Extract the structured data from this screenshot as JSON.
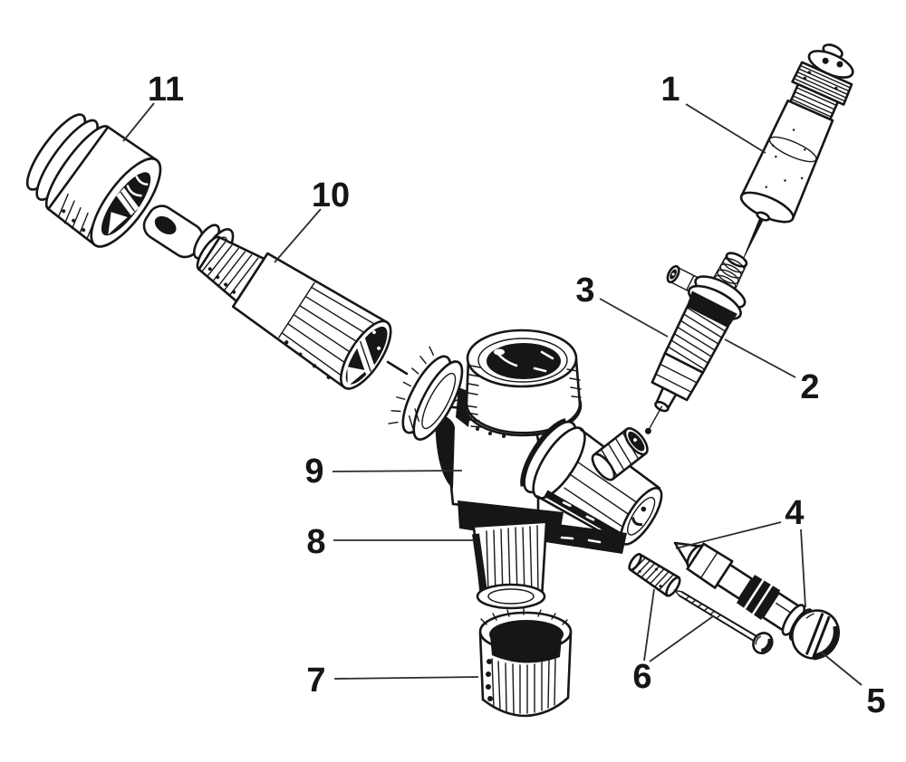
{
  "figure": {
    "type": "exploded-parts-diagram",
    "subject": "carburetor assembly exploded view line drawing",
    "paper_color": "#ffffff",
    "ink_color": "#161616",
    "part_count": 11
  },
  "labels": [
    {
      "id": "part-1",
      "text": "1"
    },
    {
      "id": "part-2",
      "text": "2"
    },
    {
      "id": "part-3",
      "text": "3"
    },
    {
      "id": "part-4",
      "text": "4"
    },
    {
      "id": "part-5",
      "text": "5"
    },
    {
      "id": "part-6",
      "text": "6"
    },
    {
      "id": "part-7",
      "text": "7"
    },
    {
      "id": "part-8",
      "text": "8"
    },
    {
      "id": "part-9",
      "text": "9"
    },
    {
      "id": "part-10",
      "text": "10"
    },
    {
      "id": "part-11",
      "text": "11"
    }
  ]
}
